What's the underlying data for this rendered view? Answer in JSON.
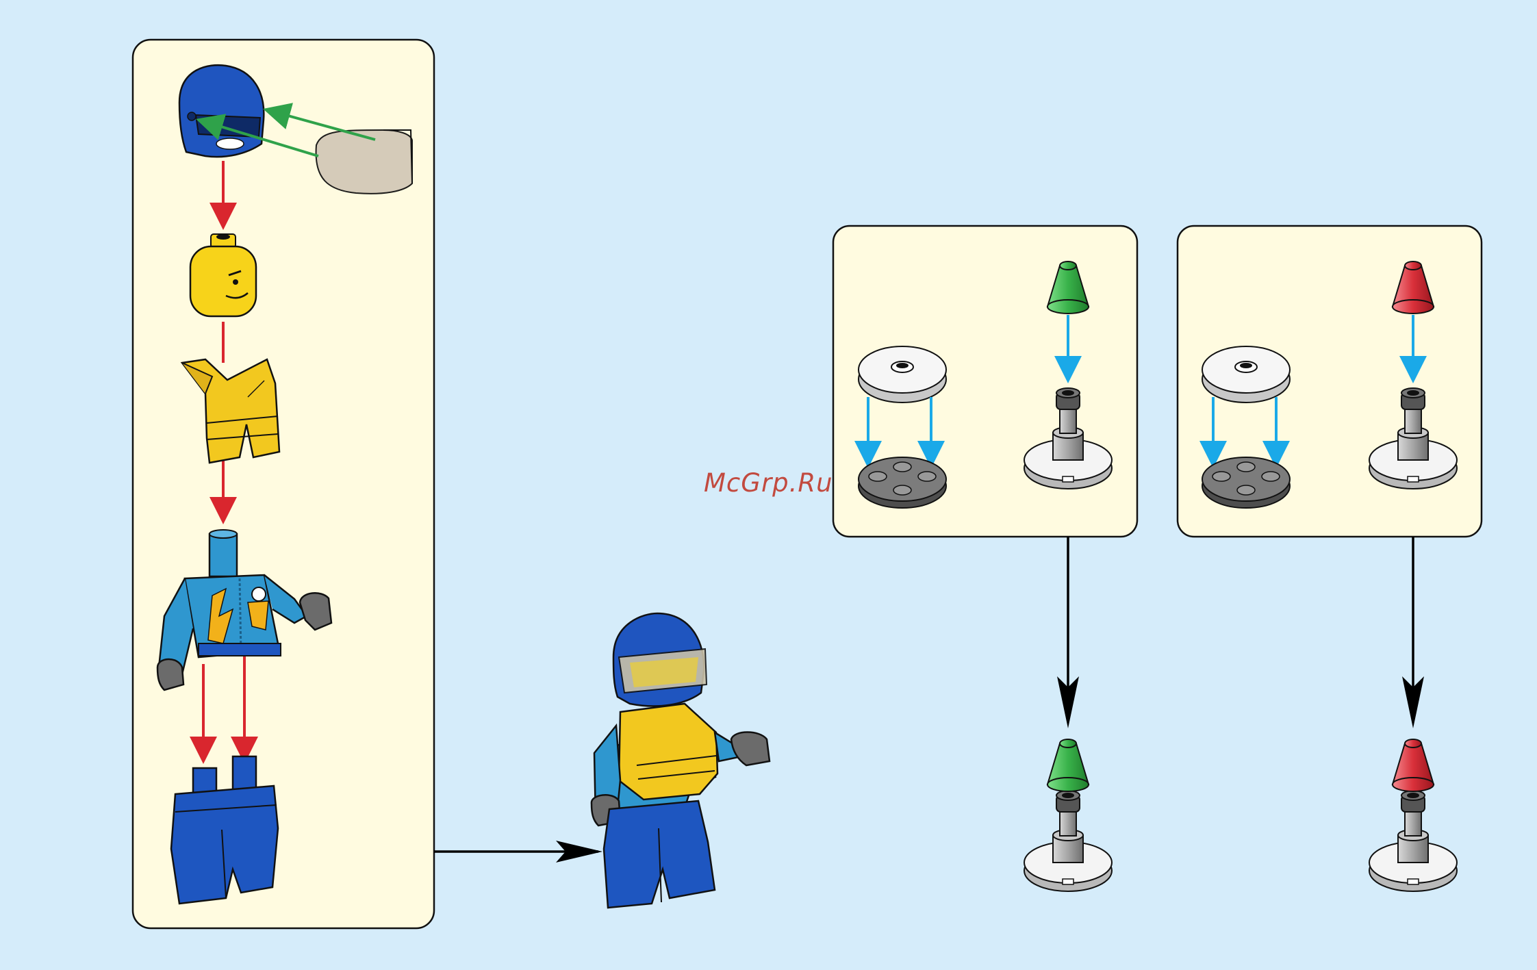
{
  "page": {
    "background_color": "#d5ecfa",
    "panel_color": "#fffbe0",
    "watermark": "McGrp.Ru"
  },
  "colors": {
    "helmet_blue": "#1f55bf",
    "minifig_yellow": "#f7d31a",
    "torso_azure": "#2f97cf",
    "legs_blue": "#1e56c0",
    "hand_gray": "#6b6b6b",
    "cone_green": "#39b24a",
    "cone_red": "#d9303a",
    "assembly_arrow_red": "#d9262e",
    "visor_arrow_green": "#2fa24a",
    "attach_arrow_cyan": "#1aa9e8",
    "flow_arrow_black": "#000000"
  },
  "steps": [
    {
      "name": "minifigure-assembly",
      "parts": [
        "helmet",
        "visor",
        "head",
        "life-vest",
        "torso",
        "legs"
      ],
      "result": "race-driver-minifigure"
    },
    {
      "name": "green-signal-light-assembly",
      "parts": [
        "round-tile-2x2",
        "round-plate-2x2",
        "bar-holder",
        "trans-green-cone"
      ],
      "result": "green-signal-light"
    },
    {
      "name": "red-signal-light-assembly",
      "parts": [
        "round-tile-2x2",
        "round-plate-2x2",
        "bar-holder",
        "trans-red-cone"
      ],
      "result": "red-signal-light"
    }
  ]
}
